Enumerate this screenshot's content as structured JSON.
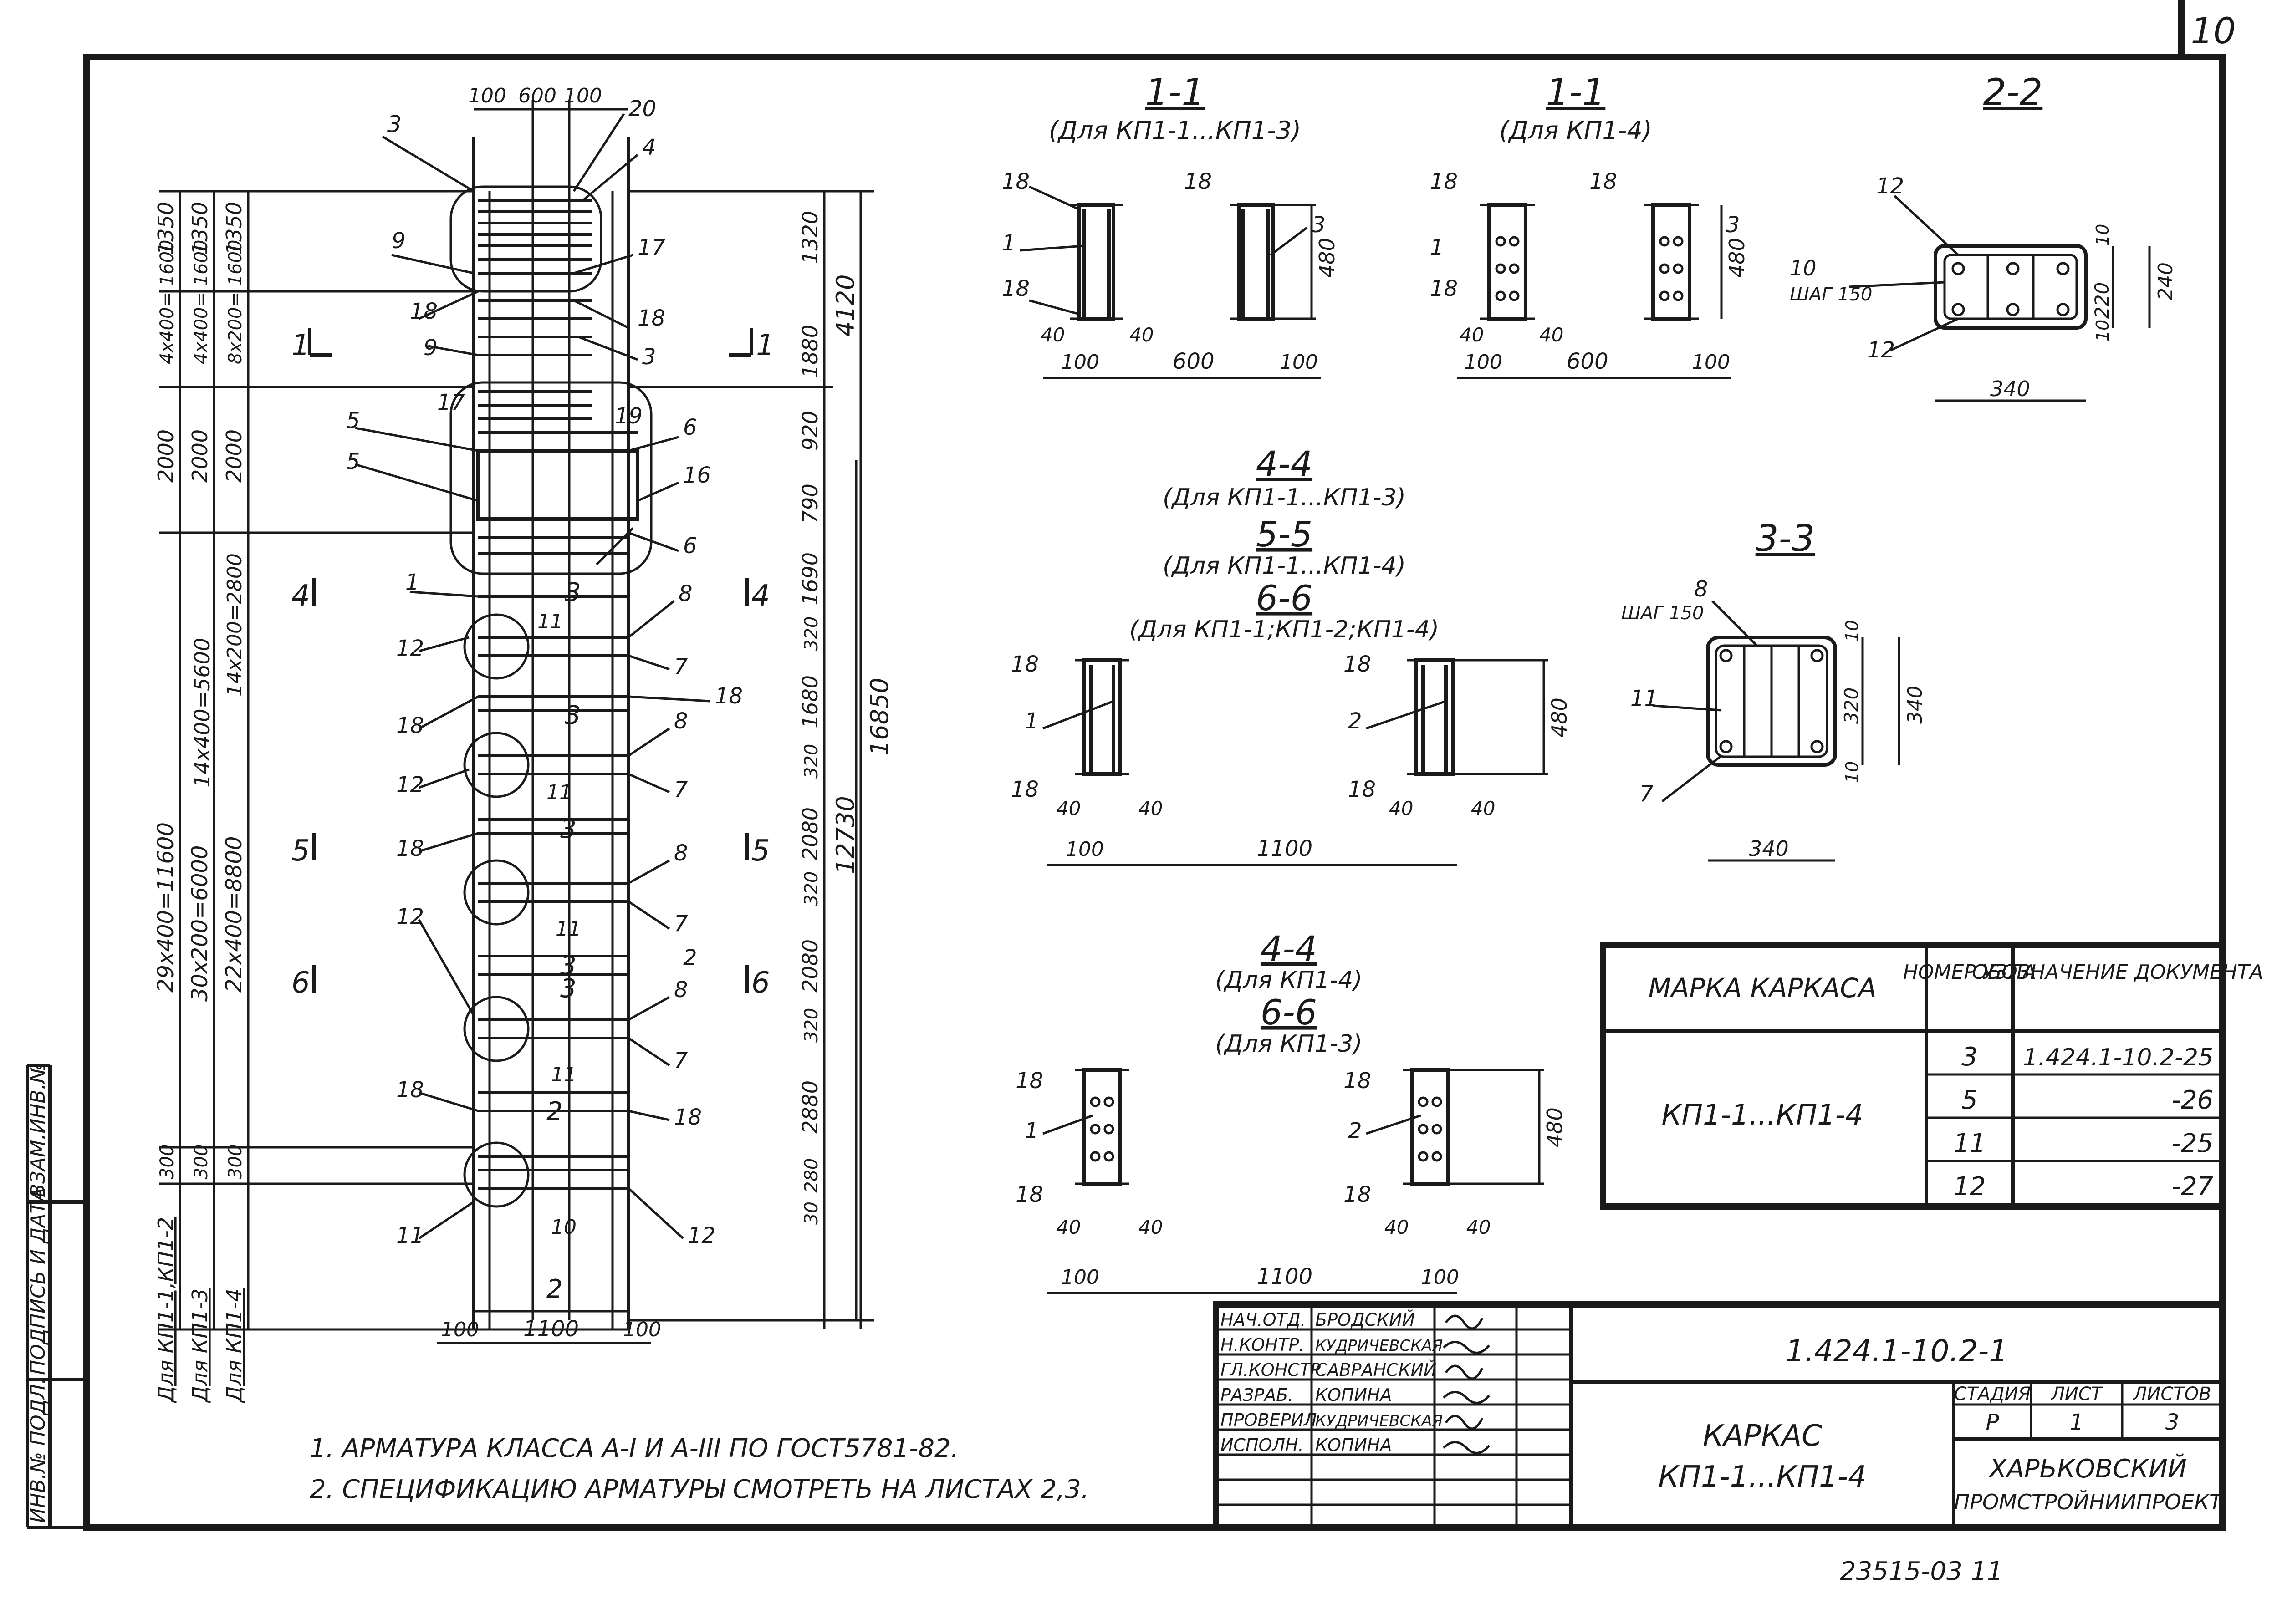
{
  "sheet": {
    "number": "10"
  },
  "elevation": {
    "marks_left": {
      "m3": "3",
      "m9a": "9",
      "m18a": "18",
      "m9b": "9",
      "m5a": "5",
      "m5b": "5",
      "m1": "1",
      "m12a": "12",
      "m18b": "18",
      "m12b": "12",
      "m18c": "18",
      "m12c": "12",
      "m18d": "18",
      "m11": "11"
    },
    "marks_right": {
      "m20": "20",
      "m4": "4",
      "m17a": "17",
      "m17b": "17",
      "m18": "18",
      "m3": "3",
      "m19": "19",
      "m6a": "6",
      "m16": "16",
      "m6b": "6",
      "m8a": "8",
      "m7a": "7",
      "m18b": "18",
      "m8b": "8",
      "m7b": "7",
      "m8c": "8",
      "m7c": "7",
      "m2": "2",
      "m8d": "8",
      "m7d": "7",
      "m18c": "18",
      "m12": "12"
    },
    "marks_inner": {
      "m11a": "11",
      "m11b": "11",
      "m11c": "11",
      "m11d": "11",
      "m10": "10"
    },
    "top_dims": [
      "100",
      "600",
      "100"
    ],
    "bottom_dims": [
      "100",
      "1100",
      "100"
    ],
    "col1": [
      "1350",
      "4x400=\n1600",
      "2000",
      "29x400=11600",
      "300"
    ],
    "col2": [
      "1350",
      "4x400=\n1600",
      "2000",
      "30x200=6000",
      "300"
    ],
    "col3": [
      "1350",
      "8x200=\n1600",
      "2000",
      "14x200=2800",
      "22x400=8800",
      "300"
    ],
    "right_dims": [
      "1320",
      "1880",
      "920",
      "790",
      "1690",
      "320",
      "1680",
      "320",
      "2080",
      "320",
      "2080",
      "320",
      "2880",
      "280",
      "30"
    ],
    "overall_dims": [
      "4120",
      "12730",
      "16850",
      "14x400=5600"
    ],
    "col_labels": [
      "Для КП1-1,КП1-2",
      "Для КП1-3",
      "Для КП1-4"
    ],
    "cuts": {
      "c1l": "1",
      "c1r": "1",
      "c4l": "4",
      "c4r": "4",
      "c5l": "5",
      "c5r": "5",
      "c6l": "6",
      "c6r": "6",
      "c3a": "3",
      "c3b": "3",
      "c3c": "3",
      "c3d": "3",
      "c3e": "3",
      "c2a": "2",
      "c2b": "2"
    }
  },
  "sections": {
    "s11a": {
      "title": "1-1",
      "sub": "(Для КП1-1...КП1-3)"
    },
    "s11b": {
      "title": "1-1",
      "sub": "(Для КП1-4)"
    },
    "s22": {
      "title": "2-2"
    },
    "s33": {
      "title": "3-3"
    },
    "s44a": {
      "lines": [
        "4-4",
        "(Для КП1-1...КП1-3)",
        "5-5",
        "(Для КП1-1...КП1-4)",
        "6-6",
        "(Для КП1-1;КП1-2;КП1-4)"
      ]
    },
    "s44b": {
      "lines": [
        "4-4",
        "(Для КП1-4)",
        "6-6",
        "(Для КП1-3)"
      ]
    },
    "dims": {
      "d40": "40",
      "d100": "100",
      "d600": "600",
      "d1100": "1100",
      "d480": "480",
      "d340": "340",
      "d240": "240",
      "d220": "220",
      "d10": "10",
      "d320": "320"
    },
    "labels": {
      "l18": "18",
      "l1": "1",
      "l2": "2",
      "l3": "3",
      "l7": "7",
      "l8": "8",
      "l10": "10",
      "l11": "11",
      "l12": "12",
      "step10": "ШАГ 150",
      "step8": "ШАГ 150"
    }
  },
  "table": {
    "headers": [
      "МАРКА КАРКАСА",
      "НОМЕР\nУЗЛА",
      "ОБОЗНАЧЕНИЕ\nДОКУМЕНТА"
    ],
    "brand": "КП1-1...КП1-4",
    "rows": [
      {
        "node": "3",
        "doc": "1.424.1-10.2-25"
      },
      {
        "node": "5",
        "doc": "-26"
      },
      {
        "node": "11",
        "doc": "-25"
      },
      {
        "node": "12",
        "doc": "-27"
      }
    ]
  },
  "notes": [
    "1. АРМАТУРА КЛАССА А-I И А-III ПО ГОСТ5781-82.",
    "2. СПЕЦИФИКАЦИЮ АРМАТУРЫ СМОТРЕТЬ НА ЛИСТАХ 2,3."
  ],
  "stamp": {
    "roles": [
      "НАЧ.ОТД.",
      "Н.КОНТР.",
      "ГЛ.КОНСТР.",
      "РАЗРАБ.",
      "ПРОВЕРИЛ",
      "ИСПОЛН."
    ],
    "names": [
      "БРОДСКИЙ",
      "КУДРИЧЕВСКАЯ",
      "САВРАНСКИЙ",
      "КОПИНА",
      "КУДРИЧЕВСКАЯ",
      "КОПИНА"
    ],
    "code": "1.424.1-10.2-1",
    "title1": "КАРКАС",
    "title2": "КП1-1...КП1-4",
    "stage_h": "СТАДИЯ",
    "sheet_h": "ЛИСТ",
    "sheets_h": "ЛИСТОВ",
    "stage": "Р",
    "sheet": "1",
    "sheets": "3",
    "org1": "ХАРЬКОВСКИЙ",
    "org2": "ПРОМСТРОЙНИИПРОЕКТ"
  },
  "side_stamp": [
    "ИНВ.№ ПОДЛ.",
    "ПОДПИСЬ И ДАТА",
    "ВЗАМ.ИНВ.№"
  ],
  "footer": {
    "code": "23515-03 11"
  }
}
